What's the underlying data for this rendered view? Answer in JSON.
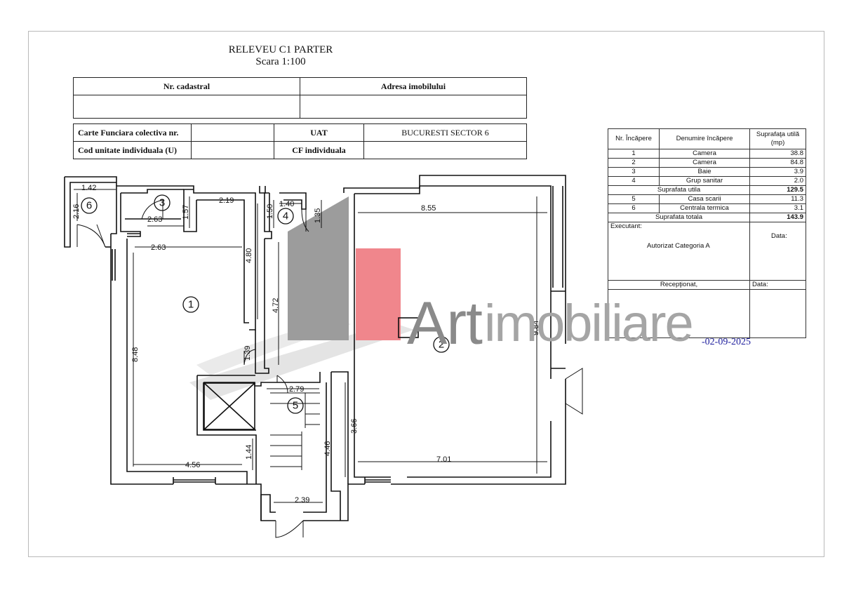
{
  "document": {
    "title": "RELEVEU C1 PARTER",
    "scale": "Scara 1:100",
    "date": "-02-09-2025"
  },
  "header_table": {
    "cadastral_label": "Nr. cadastral",
    "address_label": "Adresa imobilului",
    "carte_funciara_label": "Carte Funciara colectiva nr.",
    "uat_label": "UAT",
    "uat_value": "BUCURESTI SECTOR 6",
    "cod_unitate_label": "Cod unitate individuala (U)",
    "cf_individuala_label": "CF individuala"
  },
  "rooms_table": {
    "headers": [
      "Nr. Încăpere",
      "Denumire încăpere",
      "Suprafaţa utilă (mp)"
    ],
    "rows": [
      {
        "nr": "1",
        "name": "Camera",
        "area": "38.8"
      },
      {
        "nr": "2",
        "name": "Camera",
        "area": "84.8"
      },
      {
        "nr": "3",
        "name": "Baie",
        "area": "3.9"
      },
      {
        "nr": "4",
        "name": "Grup sanitar",
        "area": "2.0"
      }
    ],
    "subtotal_label": "Suprafata utila",
    "subtotal_value": "129.5",
    "extra_rows": [
      {
        "nr": "5",
        "name": "Casa scarii",
        "area": "11.3"
      },
      {
        "nr": "6",
        "name": "Centrala termica",
        "area": "3.1"
      }
    ],
    "total_label": "Suprafata totala",
    "total_value": "143.9",
    "executant_label": "Executant:",
    "autorizat_label": "Autorizat Categoria A",
    "data_label": "Data:",
    "receptionat_label": "Recepţionat,",
    "data_label_2": "Data:"
  },
  "watermark": {
    "brand": "Art",
    "suffix": "imobiliare",
    "colors": {
      "grey": "#9c9c9c",
      "red": "#f0868c"
    }
  },
  "plan": {
    "rooms": [
      "1",
      "2",
      "3",
      "4",
      "5",
      "6"
    ],
    "dimensions": [
      "1.42",
      "2.16",
      "2.63",
      "1.57",
      "2.19",
      "1.50",
      "1.40",
      "1.35",
      "8.55",
      "2.63",
      "4.80",
      "4.72",
      "8.48",
      "1.39",
      "9.84",
      "2.79",
      "3.66",
      "4.46",
      "1.44",
      "4.56",
      "7.01",
      "2.39"
    ]
  }
}
